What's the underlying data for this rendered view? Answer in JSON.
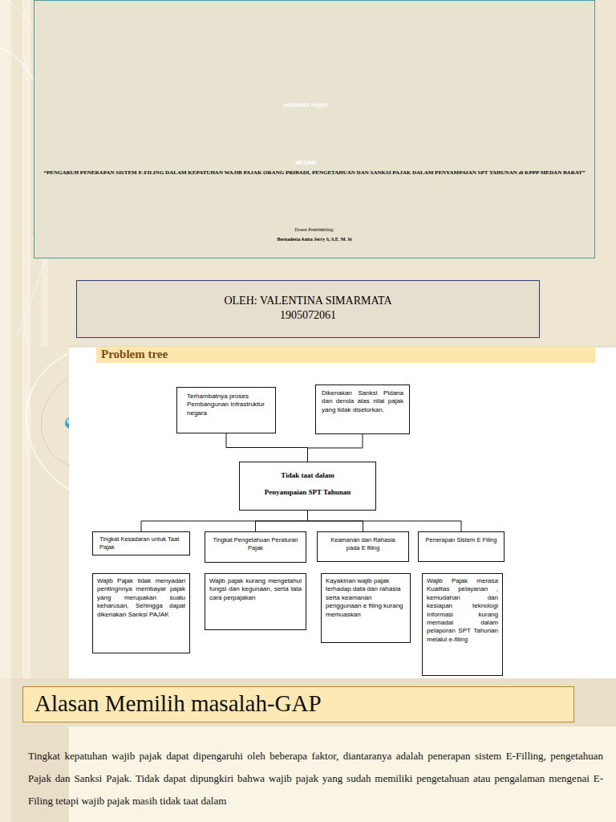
{
  "diagram": {
    "nodes": [
      {
        "text": [
          "“PENGARUH PENERAPAN SISTEM E-FILING DALAM KEPATUHAN WAJIB PAJAK ORANG PRIBADI, PENGETAHUAN DAN SANKSI PAJAK DALAM PENYAMPAIAN SPT TAHUNAN di KPPP MEDAN BARAT”",
          "Dosen Pembimbing:",
          "Bernadetta Anita Jerry S, S.E. M. Si"
        ]
      },
      {
        "text": [
          "OLEH: VALENTINA SIMARMATA",
          "1905072061"
        ]
      },
      {
        "text": [
          "Problem tree"
        ]
      },
      {
        "text": [
          "Terhambatnya proses Pembangunan Infrastruktur negara"
        ]
      },
      {
        "text": [
          "Dikenakan Sanksi Pidana dan denda atas nilai pajak yang tidak disetorkan."
        ]
      },
      {
        "text": [
          "Tidak taat dalam",
          "Penyampaian SPT Tahunan"
        ]
      },
      {
        "text": [
          "Tingkat Kesadaran untuk Taat Pajak"
        ]
      },
      {
        "text": [
          "Tingkat Pengetahuan Peraturan Pajak"
        ]
      },
      {
        "text": [
          "Keamanan dan Rahasia pada E filing"
        ]
      },
      {
        "text": [
          "Penerapan Sistem E Filing"
        ]
      },
      {
        "text": [
          "Wajib Pajak tidak menyadari pentingnnya membayar pajak yang merupakan suatu keharusan, Sehingga dapat dikenakan Sanksi PAJAK"
        ]
      },
      {
        "text": [
          "Wajib pajak kurang mengetahui fungsi dan kegunaan, serta tata cara perpajakan"
        ]
      },
      {
        "text": [
          "Kayakinan wajib pajak terhadap data dan rahasia serta keamanan penggunaan e filing kurang memuaskan"
        ]
      },
      {
        "text": [
          "Wajib Pajak merasa Kualitas pelayanan , kemudahan dan kesiapan teknologi Informasi kurang memadai dalam pelaporan SPT Tahunan melalui e-filing"
        ]
      },
      {
        "text": [
          "Alasan Memilih masalah-GAP"
        ]
      }
    ],
    "edges": [
      {
        "from": 5,
        "to": 3,
        "arrow": "none"
      },
      {
        "from": 5,
        "to": 4,
        "arrow": "none"
      },
      {
        "from": 6,
        "to": 5,
        "arrow": "none"
      },
      {
        "from": 7,
        "to": 5,
        "arrow": "none"
      },
      {
        "from": 8,
        "to": 5,
        "arrow": "none"
      },
      {
        "from": 9,
        "to": 5,
        "arrow": "none"
      }
    ],
    "labels": [
      "politeknik negeri",
      "MEDAN",
      "Tingkat kepatuhan wajib pajak dapat dipengaruhi oleh beberapa faktor, diantaranya adalah penerapan sistem E-Filling, pengetahuan Pajak dan Sanksi Pajak. Tidak dapat dipungkiri bahwa wajib pajak yang sudah memiliki pengetahuan atau pengalaman mengenai E-Filing tetapi wajib pajak masih tidak taat dalam"
    ]
  }
}
